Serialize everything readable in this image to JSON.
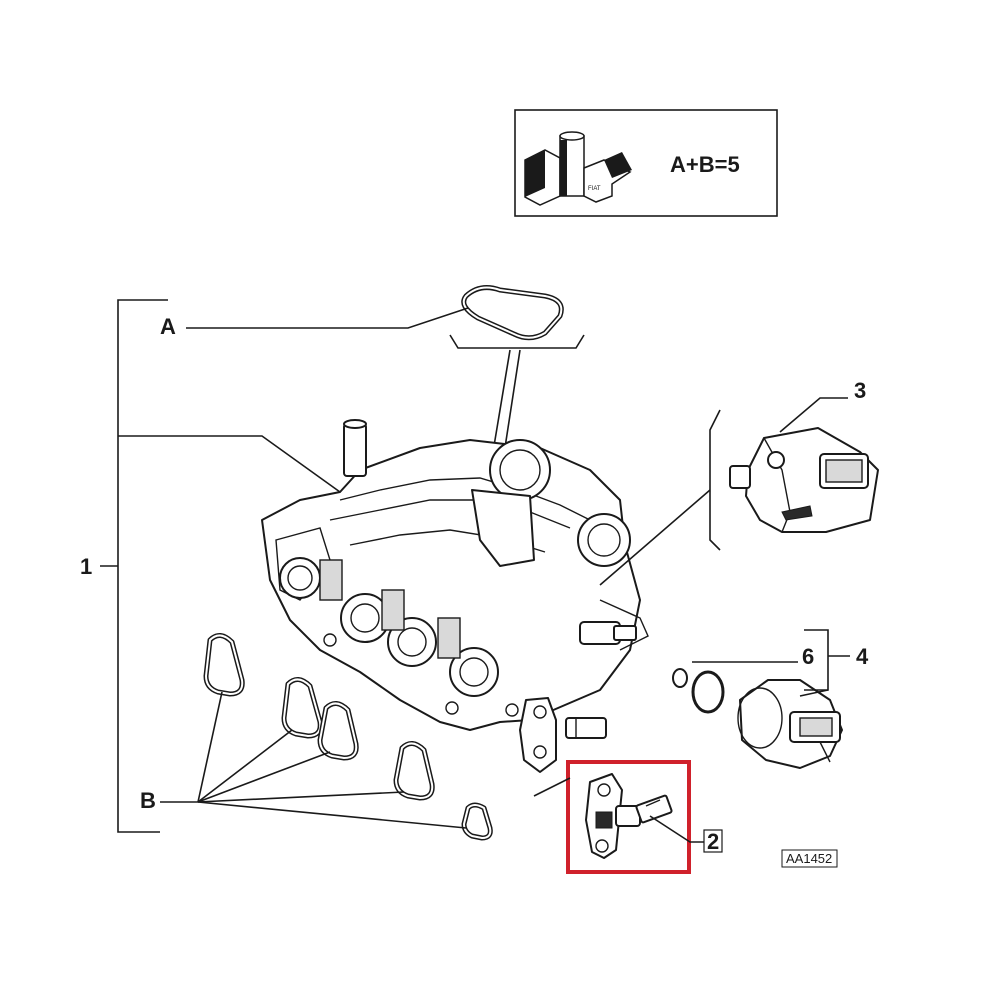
{
  "legend": {
    "formula": "A+B=5",
    "kit_icon_label": "FIAT"
  },
  "callouts": {
    "c1": "1",
    "c2": "2",
    "c3": "3",
    "c4": "4",
    "c6": "6",
    "cA": "A",
    "cB": "B"
  },
  "reference_code": "AA1452",
  "colors": {
    "highlight": "#d0212b",
    "line": "#1a1a1a",
    "background": "#ffffff"
  }
}
